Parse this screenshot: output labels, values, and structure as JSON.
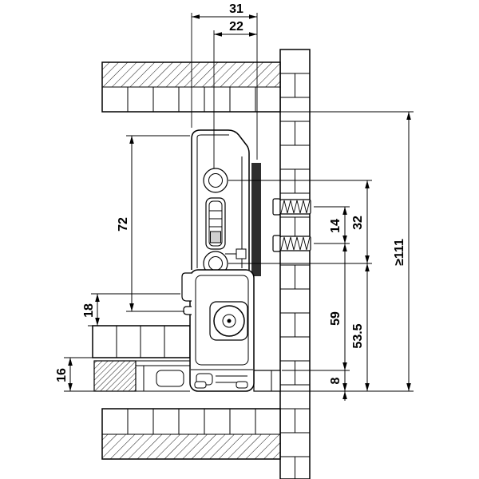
{
  "drawing": {
    "background": "#ffffff",
    "line_color": "#000000",
    "plate_color": "#2e2e2e"
  },
  "dims": {
    "d31": "31",
    "d22": "22",
    "d72": "72",
    "d18": "18",
    "d16": "16",
    "d14": "14",
    "d32": "32",
    "d111": "≥111",
    "d59": "59",
    "d53_5": "53.5",
    "d8": "8"
  }
}
